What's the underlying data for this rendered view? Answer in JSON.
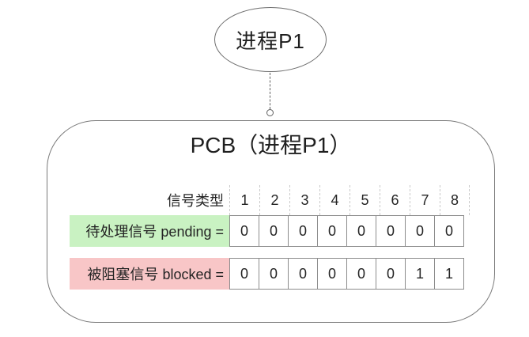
{
  "diagram": {
    "process_node": {
      "label": "进程P1"
    },
    "pcb": {
      "title": "PCB（进程P1）",
      "signal_type_label": "信号类型",
      "signal_numbers": [
        "1",
        "2",
        "3",
        "4",
        "5",
        "6",
        "7",
        "8"
      ],
      "rows": [
        {
          "name": "pending",
          "label": "待处理信号 pending =",
          "values": [
            "0",
            "0",
            "0",
            "0",
            "0",
            "0",
            "0",
            "0"
          ]
        },
        {
          "name": "blocked",
          "label": "被阻塞信号 blocked =",
          "values": [
            "0",
            "0",
            "0",
            "0",
            "0",
            "0",
            "1",
            "1"
          ]
        }
      ]
    },
    "colors": {
      "pending_label_bg": "#c9f2c2",
      "blocked_label_bg": "#f8c6c7",
      "cell_border": "#8c8c8c",
      "outline_stroke": "#7a7a7a",
      "text": "#222222",
      "header_separator": "#c9c9c9"
    }
  }
}
